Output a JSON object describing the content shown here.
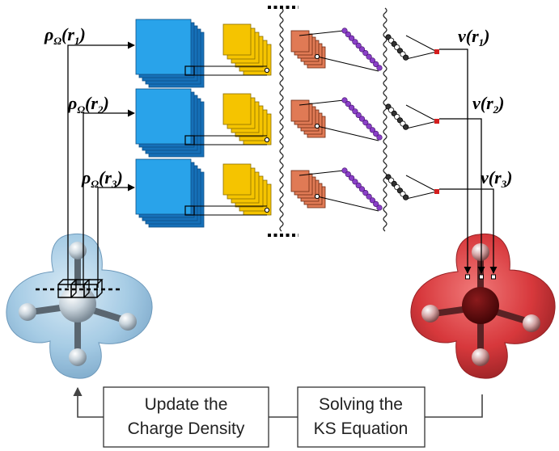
{
  "diagram": {
    "inputs": [
      {
        "rho": "ρ",
        "omega": "Ω",
        "r": "r",
        "sub": "1"
      },
      {
        "rho": "ρ",
        "omega": "Ω",
        "r": "r",
        "sub": "2"
      },
      {
        "rho": "ρ",
        "omega": "Ω",
        "r": "r",
        "sub": "3"
      }
    ],
    "outputs": [
      {
        "v": "v",
        "r": "r",
        "sub": "1"
      },
      {
        "v": "v",
        "r": "r",
        "sub": "2"
      },
      {
        "v": "v",
        "r": "r",
        "sub": "3"
      }
    ],
    "boxes": {
      "update": {
        "line1": "Update the",
        "line2": "Charge Density"
      },
      "solve": {
        "line1": "Solving the",
        "line2": "KS Equation"
      }
    },
    "colors": {
      "conv1": "#29a3ea",
      "conv1_dark": "#1670b8",
      "conv2": "#f5c400",
      "conv3": "#e07a55",
      "fc1": "#8a3fc7",
      "fc2": "#333333",
      "output_node": "#d41e1e",
      "molecule_left": "#8ab8d8",
      "molecule_right": "#c81e24"
    }
  }
}
